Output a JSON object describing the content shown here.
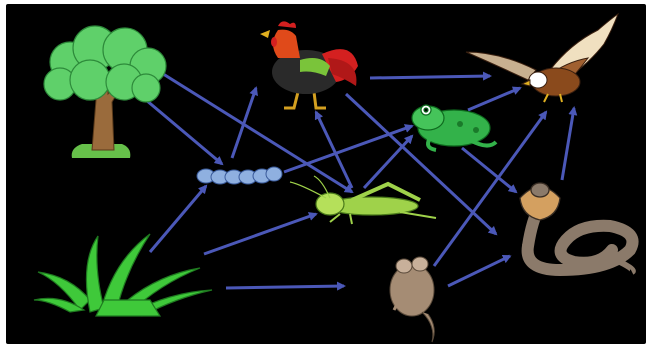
{
  "diagram": {
    "organisms": [
      {
        "id": "tree",
        "icon": "tree-icon",
        "role": "producer"
      },
      {
        "id": "grass",
        "icon": "grass-icon",
        "role": "producer"
      },
      {
        "id": "caterpillar",
        "icon": "caterpillar-icon",
        "role": "consumer"
      },
      {
        "id": "grasshopper",
        "icon": "grasshopper-icon",
        "role": "consumer"
      },
      {
        "id": "mouse",
        "icon": "mouse-icon",
        "role": "consumer"
      },
      {
        "id": "rooster",
        "icon": "rooster-icon",
        "role": "consumer"
      },
      {
        "id": "frog",
        "icon": "frog-icon",
        "role": "consumer"
      },
      {
        "id": "eagle",
        "icon": "eagle-icon",
        "role": "consumer"
      },
      {
        "id": "cobra",
        "icon": "cobra-icon",
        "role": "consumer"
      }
    ],
    "arrows": [
      {
        "from": "tree",
        "to": "grasshopper"
      },
      {
        "from": "tree",
        "to": "caterpillar"
      },
      {
        "from": "grass",
        "to": "caterpillar"
      },
      {
        "from": "grass",
        "to": "grasshopper"
      },
      {
        "from": "grass",
        "to": "mouse"
      },
      {
        "from": "caterpillar",
        "to": "rooster"
      },
      {
        "from": "caterpillar",
        "to": "frog"
      },
      {
        "from": "grasshopper",
        "to": "rooster"
      },
      {
        "from": "grasshopper",
        "to": "frog"
      },
      {
        "from": "rooster",
        "to": "eagle"
      },
      {
        "from": "rooster",
        "to": "cobra"
      },
      {
        "from": "frog",
        "to": "eagle"
      },
      {
        "from": "frog",
        "to": "cobra"
      },
      {
        "from": "mouse",
        "to": "eagle"
      },
      {
        "from": "mouse",
        "to": "cobra"
      },
      {
        "from": "cobra",
        "to": "eagle"
      }
    ],
    "colors": {
      "background": "#000000",
      "arrow": "#4b58b8",
      "leaf": "#5fd06a",
      "trunk": "#9a6b3c",
      "grass": "#3fc93a",
      "caterpillar": "#8fb0e0",
      "grasshopper": "#9fd24a",
      "mouse": "#a58c74",
      "rooster_body": "#2a2a2a",
      "rooster_red": "#d42020",
      "frog": "#33b24a",
      "eagle": "#8a4a1c",
      "cobra": "#8b7a6a"
    }
  }
}
